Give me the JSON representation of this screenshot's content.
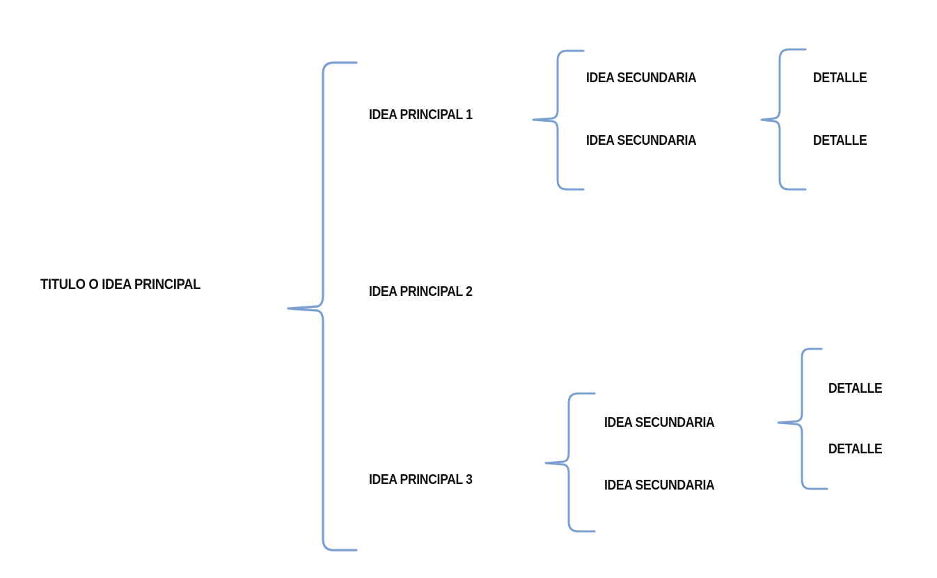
{
  "diagram": {
    "type": "bracket-outline-map",
    "title_text": "TITULO O IDEA PRINCIPAL",
    "brace_color": "#7BA0D0",
    "text_color": "#101010",
    "background": "#FFFFFF",
    "root": {
      "label": "TITULO O IDEA PRINCIPAL",
      "children": [
        {
          "label": "IDEA PRINCIPAL 1",
          "children": [
            {
              "label": "IDEA SECUNDARIA",
              "children": [
                {
                  "label": "DETALLE"
                },
                {
                  "label": "DETALLE"
                }
              ]
            },
            {
              "label": "IDEA SECUNDARIA",
              "children": []
            }
          ]
        },
        {
          "label": "IDEA PRINCIPAL 2",
          "children": []
        },
        {
          "label": "IDEA PRINCIPAL 3",
          "children": [
            {
              "label": "IDEA SECUNDARIA",
              "children": [
                {
                  "label": "DETALLE"
                },
                {
                  "label": "DETALLE"
                }
              ]
            },
            {
              "label": "IDEA SECUNDARIA",
              "children": []
            }
          ]
        }
      ]
    },
    "labels": {
      "root": "TITULO O IDEA PRINCIPAL",
      "main_1": "IDEA PRINCIPAL 1",
      "main_2": "IDEA PRINCIPAL 2",
      "main_3": "IDEA PRINCIPAL 3",
      "sec_1a": "IDEA SECUNDARIA",
      "sec_1b": "IDEA SECUNDARIA",
      "det_1a": "DETALLE",
      "det_1b": "DETALLE",
      "sec_3a": "IDEA SECUNDARIA",
      "sec_3b": "IDEA SECUNDARIA",
      "det_3a": "DETALLE",
      "det_3b": "DETALLE"
    }
  }
}
